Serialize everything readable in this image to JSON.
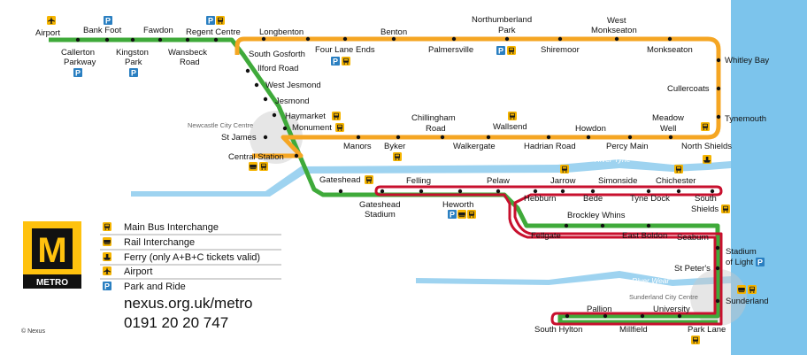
{
  "colors": {
    "yellow_line": "#F5A623",
    "green_line": "#3FAA3A",
    "red_line": "#C8102E",
    "water": "#9ED3F0",
    "sea": "#7CC4EC",
    "icon_yellow": "#F5B400",
    "icon_blue": "#2A7FC1",
    "logo_yellow": "#FFC20E"
  },
  "stations": {
    "airport": "Airport",
    "bank_foot": "Bank Foot",
    "fawdon": "Fawdon",
    "regent_centre": "Regent Centre",
    "callerton_parkway_1": "Callerton",
    "callerton_parkway_2": "Parkway",
    "kingston_park_1": "Kingston",
    "kingston_park_2": "Park",
    "wansbeck_road_1": "Wansbeck",
    "wansbeck_road_2": "Road",
    "longbenton": "Longbenton",
    "benton": "Benton",
    "northumberland_park_1": "Northumberland",
    "northumberland_park_2": "Park",
    "west_monkseaton_1": "West",
    "west_monkseaton_2": "Monkseaton",
    "south_gosforth": "South Gosforth",
    "four_lane_ends": "Four Lane Ends",
    "palmersville": "Palmersville",
    "shiremoor": "Shiremoor",
    "monkseaton": "Monkseaton",
    "whitley_bay": "Whitley Bay",
    "ilford_road": "Ilford Road",
    "west_jesmond": "West Jesmond",
    "jesmond": "Jesmond",
    "cullercoats": "Cullercoats",
    "haymarket": "Haymarket",
    "monument": "Monument",
    "chillingham_road_1": "Chillingham",
    "chillingham_road_2": "Road",
    "tynemouth": "Tynemouth",
    "st_james": "St James",
    "manors": "Manors",
    "byker": "Byker",
    "walkergate": "Walkergate",
    "wallsend": "Wallsend",
    "hadrian_road": "Hadrian Road",
    "howdon": "Howdon",
    "percy_main": "Percy Main",
    "meadow_well_1": "Meadow",
    "meadow_well_2": "Well",
    "north_shields": "North Shields",
    "central_station": "Central Station",
    "gateshead": "Gateshead",
    "felling": "Felling",
    "pelaw": "Pelaw",
    "jarrow": "Jarrow",
    "simonside": "Simonside",
    "chichester": "Chichester",
    "gateshead_stadium_1": "Gateshead",
    "gateshead_stadium_2": "Stadium",
    "heworth": "Heworth",
    "hebburn": "Hebburn",
    "bede": "Bede",
    "tyne_dock": "Tyne Dock",
    "south_shields_1": "South",
    "south_shields_2": "Shields",
    "brockley_whins": "Brockley Whins",
    "fellgate": "Fellgate",
    "east_boldon": "East Boldon",
    "seaburn": "Seaburn",
    "stadium_of_light_1": "Stadium",
    "stadium_of_light_2": "of Light",
    "st_peters": "St Peter's",
    "sunderland": "Sunderland",
    "pallion": "Pallion",
    "university": "University",
    "south_hylton": "South Hylton",
    "millfield": "Millfield",
    "park_lane": "Park Lane"
  },
  "places": {
    "newcastle_city_centre": "Newcastle City Centre",
    "sunderland_city_centre": "Sunderland City Centre",
    "river_tyne": "River Tyne",
    "river_wear": "River Wear"
  },
  "legend": {
    "bus": "Main Bus Interchange",
    "rail": "Rail Interchange",
    "ferry": "Ferry (only A+B+C tickets valid)",
    "airport": "Airport",
    "park_ride": "Park and Ride"
  },
  "icons": {
    "bus": "bus-icon",
    "rail": "rail-icon",
    "ferry": "ferry-icon",
    "airport": "airport-icon",
    "park_ride": "park-and-ride-icon",
    "park_ride_letter": "P",
    "logo_letter": "M"
  },
  "branding": {
    "logo_text": "METRO",
    "website": "nexus.org.uk/metro",
    "phone": "0191 20 20 747",
    "credit": "© Nexus"
  }
}
